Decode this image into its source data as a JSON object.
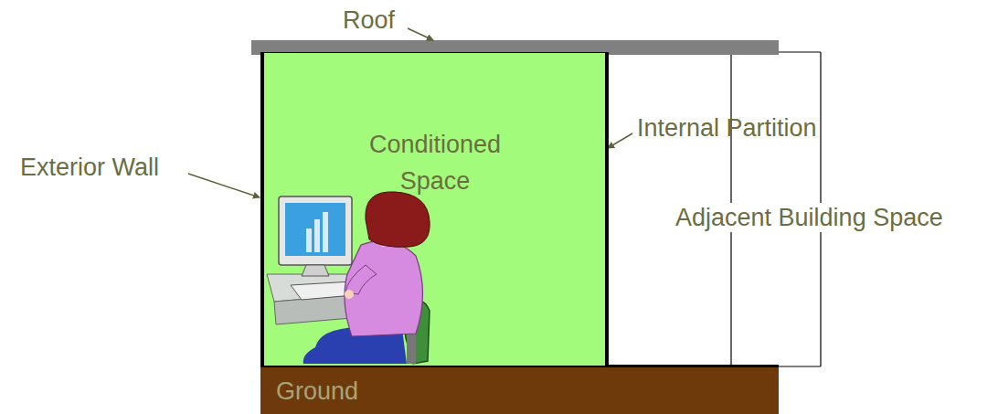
{
  "diagram": {
    "nodes": [
      {
        "text": [
          "Conditioned Space"
        ]
      },
      {
        "text": [
          "Ground"
        ]
      }
    ],
    "labels": [
      "Roof",
      "Exterior Wall",
      "Internal Partition",
      "Adjacent Building Space"
    ]
  }
}
